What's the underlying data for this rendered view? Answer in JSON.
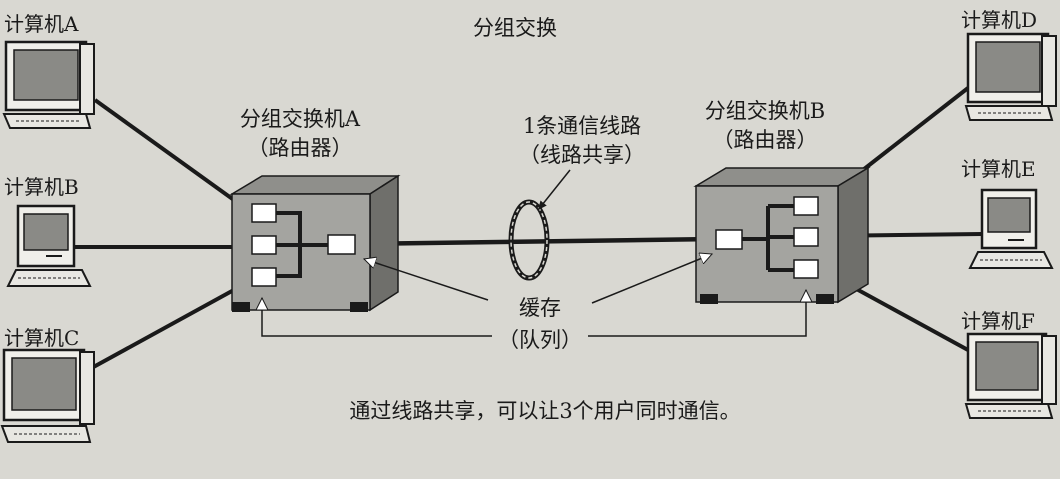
{
  "title": "分组交换",
  "computers": {
    "a": "计算机A",
    "b": "计算机B",
    "c": "计算机C",
    "d": "计算机D",
    "e": "计算机E",
    "f": "计算机F"
  },
  "switch_a": {
    "name": "分组交换机A",
    "sub": "（路由器）"
  },
  "switch_b": {
    "name": "分组交换机B",
    "sub": "（路由器）"
  },
  "line": {
    "name": "1条通信线路",
    "sub": "（线路共享）"
  },
  "buffer": {
    "name": "缓存",
    "sub": "（队列）"
  },
  "caption": "通过线路共享，可以让3个用户同时通信。"
}
